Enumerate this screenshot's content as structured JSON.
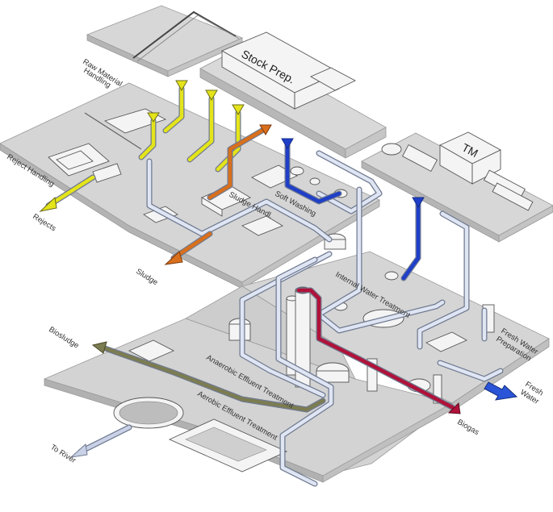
{
  "labels": {
    "raw_material": [
      "Raw Material",
      "Handling"
    ],
    "stock_prep": "Stock Prep.",
    "tm": "TM",
    "reject_handling": "Reject Handling",
    "rejects": "Rejects",
    "sludge_handling": "Sludge Handl.",
    "sludge": "Sludge",
    "soft_washing": "Soft Washing",
    "internal_water": "Internal Water Treatment",
    "anaerobic": "Anaerobic Effluent Treatment",
    "aerobic": "Aerobic Effluent Treatment",
    "fresh_water_prep": [
      "Fresh Water",
      "Preparation"
    ],
    "fresh_water": [
      "Fresh",
      "Water"
    ],
    "biosludge": "Biosludge",
    "biogas": "Biogas",
    "to_river": "To River"
  },
  "colors": {
    "platform_top": "#d7d7d7",
    "platform_side": "#b9b9b9",
    "platform_dark": "#a8a8a8",
    "pipe_water": "#dfe5f3",
    "pipe_outline": "#6f7a90",
    "rejects": "#e4e41a",
    "sludge": "#d96f1c",
    "soft_water": "#1f3fc8",
    "biosludge": "#7c7c52",
    "biogas": "#b0123a",
    "fresh_water": "#2a55d8",
    "river": "#c9d1e6"
  },
  "icons": [
    "arrow-icon",
    "tank-icon",
    "clarifier-icon",
    "conveyor-icon",
    "filter-icon"
  ]
}
